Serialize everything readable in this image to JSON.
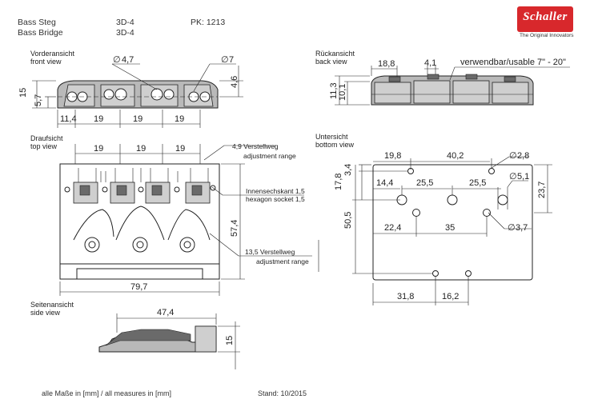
{
  "header": {
    "model_de": "Bass Steg",
    "model_en": "Bass Bridge",
    "code1": "3D-4",
    "code2": "3D-4",
    "pk": "PK: 1213"
  },
  "brand": {
    "name": "Schaller",
    "slogan": "The Original Innovators",
    "color": "#d8282c"
  },
  "views": {
    "front": {
      "title_de": "Vorderansicht",
      "title_en": "front view",
      "dims": {
        "hole_dia": "4,7",
        "screw_dia": "7",
        "height": "15",
        "h2": "5,7",
        "top": "4,6",
        "off1": "11,4",
        "sp1": "19",
        "sp2": "19",
        "sp3": "19"
      }
    },
    "back": {
      "title_de": "Rückansicht",
      "title_en": "back view",
      "dims": {
        "w1": "18,8",
        "w2": "4,1",
        "usable": "verwendbar/usable 7\" - 20\"",
        "h1": "11,3",
        "h2": "10,1"
      }
    },
    "top": {
      "title_de": "Draufsicht",
      "title_en": "top view",
      "dims": {
        "sp1": "19",
        "sp2": "19",
        "sp3": "19",
        "depth": "57,4",
        "width": "79,7"
      },
      "notes": {
        "adj1_de": "4,9 Verstellweg",
        "adj1_en": "adjustment range",
        "hex_de": "Innensechskant  1,5",
        "hex_en": "hexagon socket 1,5",
        "adj2_de": "13,5 Verstellweg",
        "adj2_en": "adjustment range"
      }
    },
    "bottom": {
      "title_de": "Untersicht",
      "title_en": "bottom view",
      "dims": {
        "a": "19,8",
        "b": "40,2",
        "dia1": "2,8",
        "c": "3,4",
        "d": "17,8",
        "e": "14,4",
        "f": "25,5",
        "g": "25,5",
        "dia2": "5,1",
        "h": "23,7",
        "i": "50,5",
        "j": "22,4",
        "k": "35",
        "dia3": "3,7",
        "l": "31,8",
        "m": "16,2"
      }
    },
    "side": {
      "title_de": "Seitenansicht",
      "title_en": "side view",
      "dims": {
        "length": "47,4",
        "height": "15"
      }
    }
  },
  "footer": {
    "units": "alle Maße in [mm] / all measures in [mm]",
    "date": "Stand: 10/2015"
  }
}
